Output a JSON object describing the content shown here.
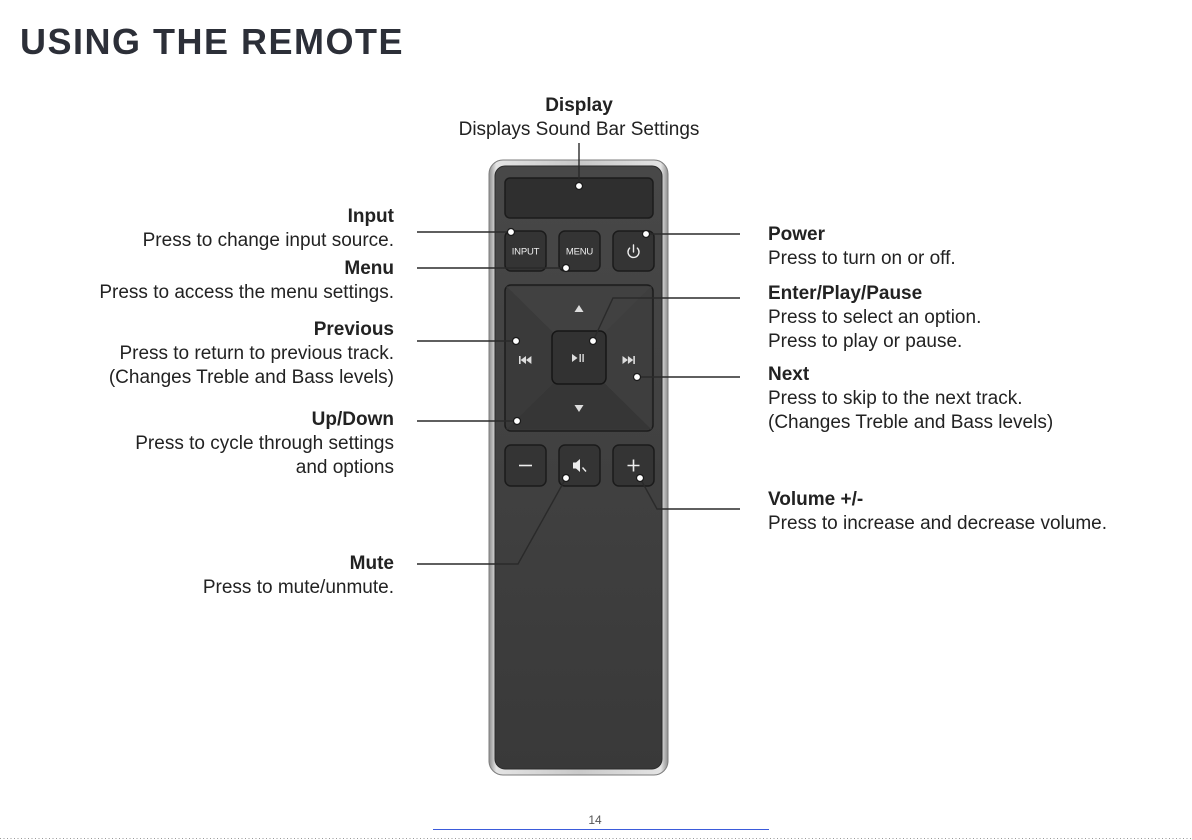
{
  "page": {
    "title": "USING THE REMOTE",
    "page_number": "14"
  },
  "remote": {
    "buttons": {
      "input": {
        "label": "INPUT"
      },
      "menu": {
        "label": "MENU"
      },
      "power": {
        "icon": "power-icon"
      },
      "up": {
        "icon": "triangle-up-icon"
      },
      "down": {
        "icon": "triangle-down-icon"
      },
      "previous": {
        "icon": "skip-previous-icon"
      },
      "next": {
        "icon": "skip-next-icon"
      },
      "enter_play_pause": {
        "icon": "play-pause-icon"
      },
      "volume_down": {
        "icon": "minus-icon"
      },
      "mute": {
        "icon": "mute-icon"
      },
      "volume_up": {
        "icon": "plus-icon"
      }
    }
  },
  "callouts": {
    "display": {
      "label": "Display",
      "description": [
        "Displays Sound Bar Settings"
      ]
    },
    "input": {
      "label": "Input",
      "description": [
        "Press to change input source."
      ]
    },
    "menu": {
      "label": "Menu",
      "description": [
        "Press to access the menu settings."
      ]
    },
    "previous": {
      "label": "Previous",
      "description": [
        "Press to return to previous track.",
        "(Changes Treble and Bass levels)"
      ]
    },
    "up_down": {
      "label": "Up/Down",
      "description": [
        "Press to cycle through settings",
        "and options"
      ]
    },
    "mute": {
      "label": "Mute",
      "description": [
        "Press to mute/unmute."
      ]
    },
    "power": {
      "label": "Power",
      "description": [
        "Press to turn on or off."
      ]
    },
    "enter_play_pause": {
      "label": "Enter/Play/Pause",
      "description": [
        "Press to select an option.",
        "Press to play or pause."
      ]
    },
    "next": {
      "label": "Next",
      "description": [
        "Press to skip to the next track.",
        "(Changes Treble and Bass levels)"
      ]
    },
    "volume": {
      "label": "Volume +/-",
      "description": [
        "Press to increase and decrease volume."
      ]
    }
  },
  "colors": {
    "title": "#2c2f38",
    "text": "#222222",
    "remote_body": "#3d3d3d",
    "remote_trim": "#d9d9d9",
    "leader_line": "#2a2a2a",
    "link_underline": "#3b5bdb"
  }
}
